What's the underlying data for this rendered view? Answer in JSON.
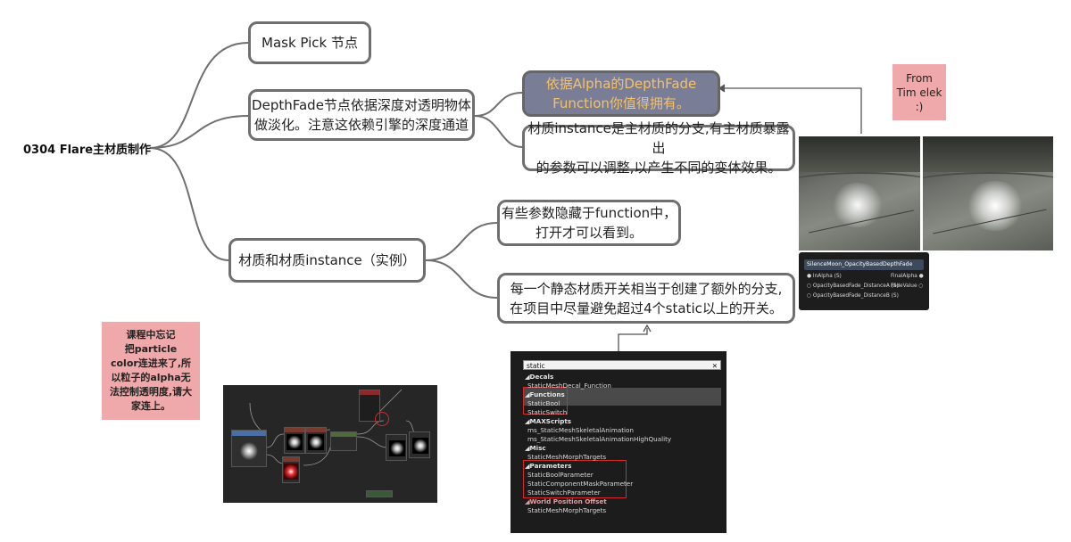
{
  "root": {
    "label": "0304 Flare主材质制作"
  },
  "nodes": {
    "mask_pick": "Mask Pick 节点",
    "depthfade_line1": "DepthFade节点依据深度对透明物体",
    "depthfade_line2": "做淡化。注意这依赖引擎的深度通道",
    "function_line1": "依据Alpha的DepthFade",
    "function_line2": "Function你值得拥有。",
    "instance_desc_line1": "材质instance是主材质的分支,有主材质暴露出",
    "instance_desc_line2": "的参数可以调整,以产生不同的变体效果。",
    "mat_instance": "材质和材质instance（实例）",
    "hidden_params_line1": "有些参数隐藏于function中，",
    "hidden_params_line2": "打开才可以看到。",
    "static_switch_line1": "每一个静态材质开关相当于创建了额外的分支,",
    "static_switch_line2": "在项目中尽量避免超过4个static以上的开关。"
  },
  "notes": {
    "from_line1": "From",
    "from_line2": "Tim elek",
    "from_line3": ":)",
    "particle_line1": "课程中忘记",
    "particle_line2": "把particle",
    "particle_line3": "color连进来了,所",
    "particle_line4": "以粒子的alpha无",
    "particle_line5": "法控制透明度,请大",
    "particle_line6": "家连上。"
  },
  "depthfade_node": {
    "title": "SilenceMoon_OpacityBasedDepthFade",
    "in_alpha": "InAlpha (S)",
    "in_dist_a": "OpacityBasedFade_DistanceA (S)",
    "in_dist_b": "OpacityBasedFade_DistanceB (S)",
    "out_final": "FinalAlpha",
    "out_fade": "FadeValue"
  },
  "palette": {
    "search": "static",
    "close": "✕",
    "items": [
      {
        "text": "Decals",
        "kind": "category"
      },
      {
        "text": "StaticMeshDecal_Function",
        "kind": "item"
      },
      {
        "text": "Functions",
        "kind": "category"
      },
      {
        "text": "StaticBool",
        "kind": "item"
      },
      {
        "text": "StaticSwitch",
        "kind": "item"
      },
      {
        "text": "MAXScripts",
        "kind": "category"
      },
      {
        "text": "ms_StaticMeshSkeletalAnimation",
        "kind": "item"
      },
      {
        "text": "ms_StaticMeshSkeletalAnimationHighQuality",
        "kind": "item"
      },
      {
        "text": "Misc",
        "kind": "category"
      },
      {
        "text": "StaticMeshMorphTargets",
        "kind": "item"
      },
      {
        "text": "Parameters",
        "kind": "category"
      },
      {
        "text": "StaticBoolParameter",
        "kind": "item"
      },
      {
        "text": "StaticComponentMaskParameter",
        "kind": "item"
      },
      {
        "text": "StaticSwitchParameter",
        "kind": "item"
      },
      {
        "text": "World Position Offset",
        "kind": "category"
      },
      {
        "text": "StaticMeshMorphTargets",
        "kind": "item"
      }
    ]
  },
  "colors": {
    "node_border": "#6f6f6f",
    "function_fill": "#7a7d96",
    "function_text": "#f3c26b",
    "sticky_fill": "#f0a9aa",
    "highlight_red": "#d42a2a"
  }
}
